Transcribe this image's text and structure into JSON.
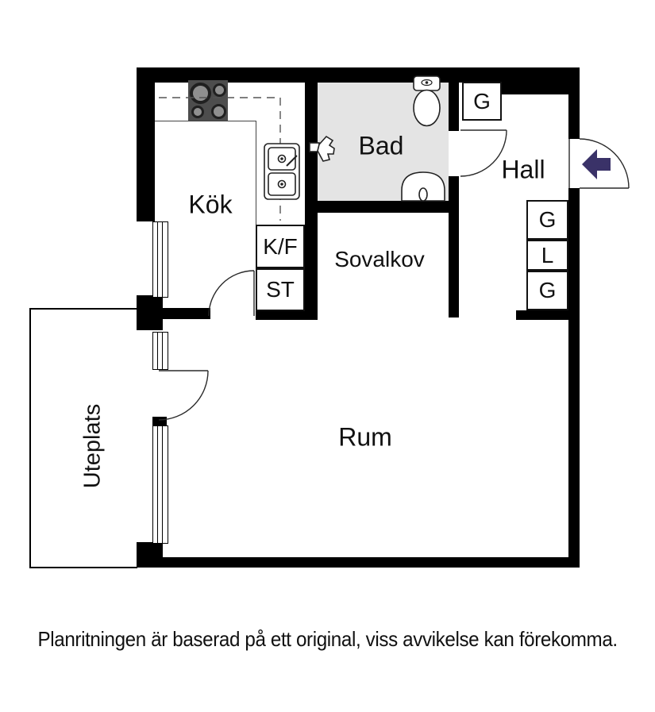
{
  "rooms": {
    "kitchen": {
      "label": "Kök"
    },
    "bathroom": {
      "label": "Bad"
    },
    "hall": {
      "label": "Hall"
    },
    "sleeping_alcove": {
      "label": "Sovalkov"
    },
    "main_room": {
      "label": "Rum"
    },
    "patio": {
      "label": "Uteplats"
    }
  },
  "closets": {
    "hall_top": {
      "label": "G"
    },
    "right_1": {
      "label": "G"
    },
    "right_2": {
      "label": "L"
    },
    "right_3": {
      "label": "G"
    },
    "fridge_freezer": {
      "label": "K/F"
    },
    "cleaning": {
      "label": "ST"
    }
  },
  "caption": "Planritningen är baserad på ett original, viss avvikelse kan förekomma.",
  "icons": {
    "entrance_arrow": "left-arrow",
    "stove": "stove-4-burners",
    "kitchen_sink": "double-sink",
    "toilet": "toilet",
    "bathroom_sink": "wall-sink",
    "shower_mixer": "shower-mixer"
  },
  "colors": {
    "wall": "#000000",
    "bathroom_floor": "#e4e4e4",
    "entrance_arrow": "#3a3268",
    "background": "#ffffff"
  }
}
